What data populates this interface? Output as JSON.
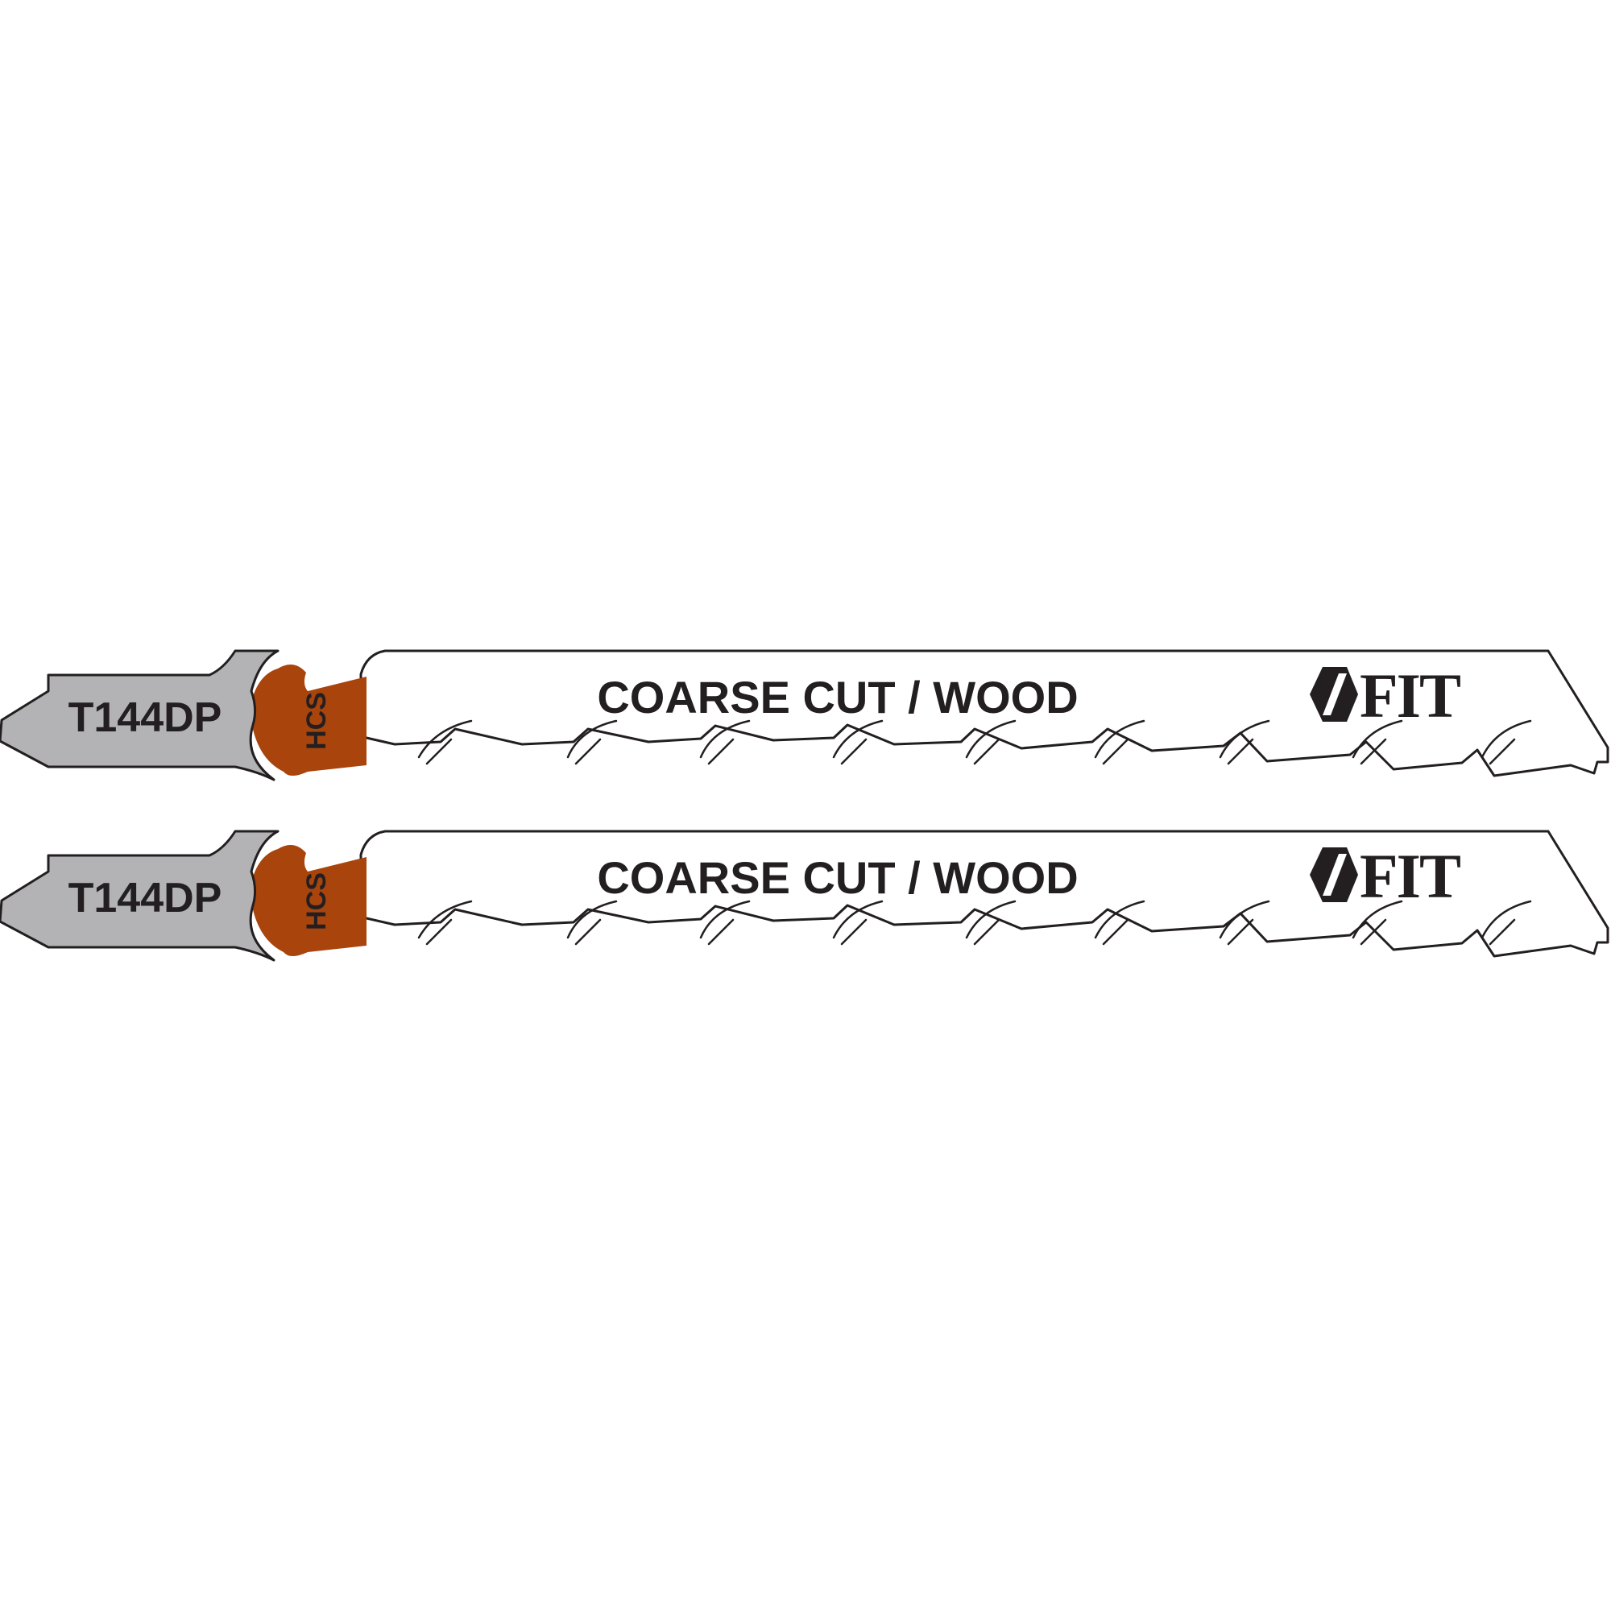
{
  "blades": [
    {
      "model": "T144DP",
      "material": "HCS",
      "purpose": "COARSE CUT / WOOD",
      "brand": "FIT"
    },
    {
      "model": "T144DP",
      "material": "HCS",
      "purpose": "COARSE CUT / WOOD",
      "brand": "FIT"
    }
  ],
  "colors": {
    "shank": "#b3b3b5",
    "band": "#a8440c",
    "outline": "#231f20",
    "blade": "#ffffff"
  },
  "icons": {
    "brand_logo": "hexagon-slash-logo-icon"
  }
}
